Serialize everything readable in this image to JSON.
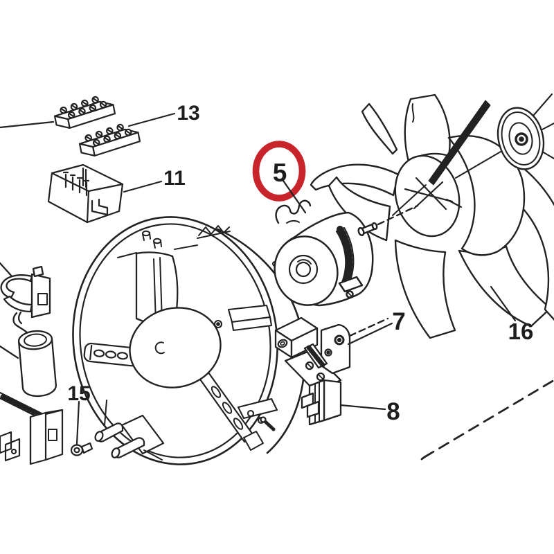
{
  "diagram": {
    "kind": "exploded-parts-diagram",
    "background": "#ffffff",
    "line_color": "#222222",
    "highlight_color": "#c8242b",
    "highlighted_part": "5",
    "labels": [
      {
        "id": "part-13",
        "text": "13"
      },
      {
        "id": "part-11",
        "text": "11"
      },
      {
        "id": "part-5",
        "text": "5"
      },
      {
        "id": "part-15",
        "text": "15"
      },
      {
        "id": "part-7",
        "text": "7"
      },
      {
        "id": "part-8",
        "text": "8"
      },
      {
        "id": "part-16",
        "text": "16"
      }
    ]
  }
}
